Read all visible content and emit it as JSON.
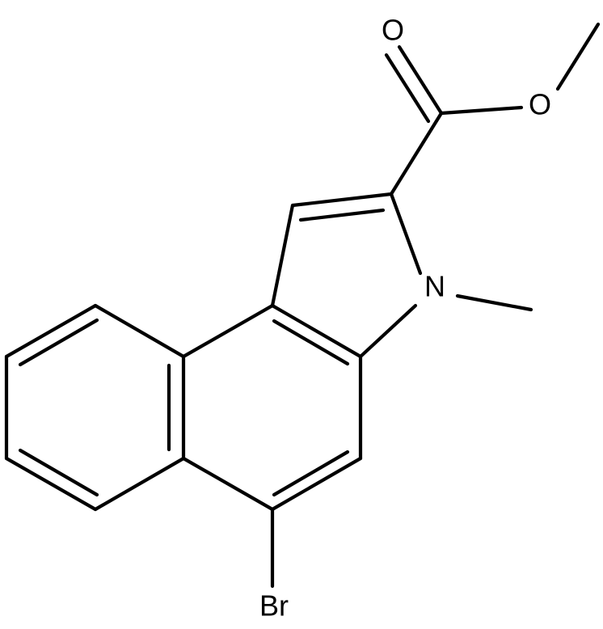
{
  "molecule": {
    "atoms": {
      "oxygen_carbonyl": "O",
      "oxygen_ester": "O",
      "nitrogen": "N",
      "bromine": "Br"
    },
    "colors": {
      "bond": "#000000",
      "label": "#000000",
      "background": "#ffffff"
    }
  }
}
